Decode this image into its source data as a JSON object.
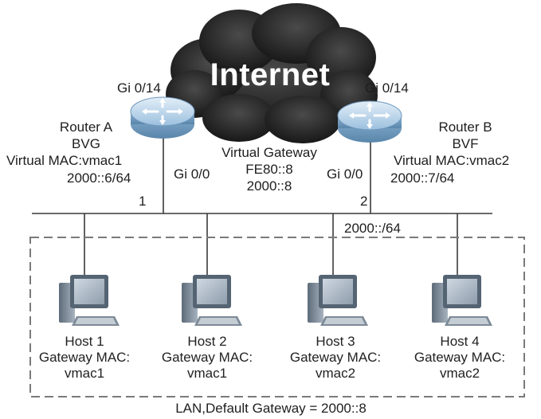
{
  "internet": {
    "label": "Internet"
  },
  "router_a": {
    "interface_top": "Gi 0/14",
    "name": "Router A",
    "role": "BVG",
    "virtual_mac": "Virtual MAC:vmac1",
    "address": "2000::6/64",
    "interface_lan": "Gi 0/0",
    "lan_port": "1"
  },
  "router_b": {
    "interface_top": "Gi 0/14",
    "name": "Router B",
    "role": "BVF",
    "virtual_mac": "Virtual MAC:vmac2",
    "address": "2000::7/64",
    "interface_lan": "Gi 0/0",
    "lan_port": "2"
  },
  "virtual_gateway": {
    "title": "Virtual Gateway",
    "link_local": "FE80::8",
    "global": "2000::8"
  },
  "lan": {
    "prefix": "2000::/64",
    "caption": "LAN,Default Gateway = 2000::8"
  },
  "hosts": [
    {
      "name": "Host 1",
      "gateway_label": "Gateway MAC:",
      "gateway_mac": "vmac1"
    },
    {
      "name": "Host 2",
      "gateway_label": "Gateway MAC:",
      "gateway_mac": "vmac1"
    },
    {
      "name": "Host 3",
      "gateway_label": "Gateway MAC:",
      "gateway_mac": "vmac2"
    },
    {
      "name": "Host 4",
      "gateway_label": "Gateway MAC:",
      "gateway_mac": "vmac2"
    }
  ],
  "colors": {
    "cloud": "#1f1f1f",
    "router_body": "#7fa6c8",
    "router_top": "#b9d3ea",
    "line": "#3a3a3a",
    "dash_box": "#7a7a7a",
    "host_body": "#6f7f8f"
  },
  "icons": {
    "router": "router-icon",
    "host": "desktop-computer-icon",
    "cloud": "cloud-icon"
  }
}
